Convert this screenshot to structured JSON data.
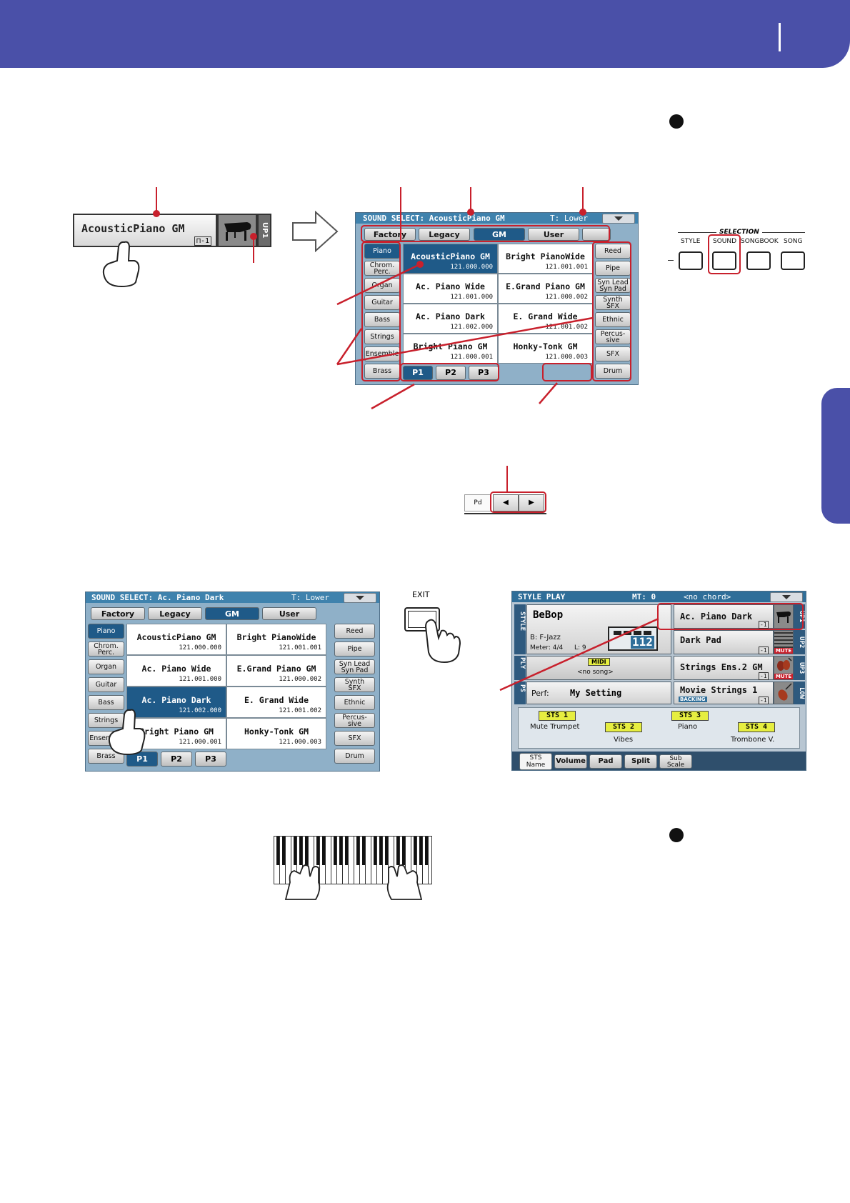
{
  "sound_select_1": {
    "title": "SOUND SELECT: AcousticPiano GM",
    "track": "T: Lower",
    "tabs": [
      "Factory",
      "Legacy",
      "GM",
      "User"
    ],
    "left_categories": [
      "Piano",
      "Chrom.\nPerc.",
      "Organ",
      "Guitar",
      "Bass",
      "Strings",
      "Ensemble",
      "Brass"
    ],
    "right_categories": [
      "Reed",
      "Pipe",
      "Syn Lead\nSyn Pad",
      "Synth\nSFX",
      "Ethnic",
      "Percus-\nsive",
      "SFX",
      "Drum"
    ],
    "sounds": [
      {
        "name": "AcousticPiano GM",
        "code": "121.000.000"
      },
      {
        "name": "Bright PianoWide",
        "code": "121.001.001"
      },
      {
        "name": "Ac. Piano Wide",
        "code": "121.001.000"
      },
      {
        "name": "E.Grand Piano GM",
        "code": "121.000.002"
      },
      {
        "name": "Ac. Piano Dark",
        "code": "121.002.000"
      },
      {
        "name": "E. Grand Wide",
        "code": "121.001.002"
      },
      {
        "name": "Bright Piano GM",
        "code": "121.000.001"
      },
      {
        "name": "Honky-Tonk GM",
        "code": "121.000.003"
      }
    ],
    "pages": [
      "P1",
      "P2",
      "P3"
    ]
  },
  "sound_select_2": {
    "title": "SOUND SELECT: Ac. Piano Dark",
    "track": "T: Lower"
  },
  "track_button": {
    "name": "AcousticPiano GM",
    "octave": "-1",
    "label": "UP1"
  },
  "selection_panel": {
    "heading": "SELECTION",
    "buttons": [
      "STYLE",
      "SOUND",
      "SONGBOOK",
      "SONG"
    ]
  },
  "page_nav": {
    "label": "Pd"
  },
  "exit_button": {
    "label": "EXIT"
  },
  "style_play": {
    "title": "STYLE PLAY",
    "meter_title": "MT: 0",
    "chord": "<no chord>",
    "style_name": "BeBop",
    "style_bank": "B: F-Jazz",
    "meter": "Meter: 4/4",
    "length": "L: 9",
    "tempo": "112",
    "midi_badge": "MIDI",
    "no_song": "<no song>",
    "perf_label": "Perf:",
    "perf_name": "My Setting",
    "band_style": "STYLE",
    "band_ply": "PLY",
    "band_ps": "PS",
    "tracks": [
      {
        "name": "Ac. Piano Dark",
        "octave": "-1",
        "label": "UP1",
        "badge": ""
      },
      {
        "name": "Dark Pad",
        "octave": "-1",
        "label": "UP2",
        "badge": "MUTE"
      },
      {
        "name": "Strings Ens.2 GM",
        "octave": "-1",
        "label": "UP3",
        "badge": "MUTE"
      },
      {
        "name": "Movie Strings 1",
        "octave": "-1",
        "label": "LOW",
        "badge": "BACKING"
      }
    ],
    "sts": [
      {
        "label": "STS 1",
        "sound": "Mute Trumpet"
      },
      {
        "label": "STS 2",
        "sound": "Vibes"
      },
      {
        "label": "STS 3",
        "sound": "Piano"
      },
      {
        "label": "STS 4",
        "sound": "Trombone V."
      }
    ],
    "bottom_tabs": [
      "STS\nName",
      "Volume",
      "Pad",
      "Split",
      "Sub\nScale"
    ]
  },
  "colors": {
    "header": "#4a50a8",
    "highlight": "#c8202c",
    "lcd_title": "#3f82ad",
    "selected": "#1f5a88"
  }
}
